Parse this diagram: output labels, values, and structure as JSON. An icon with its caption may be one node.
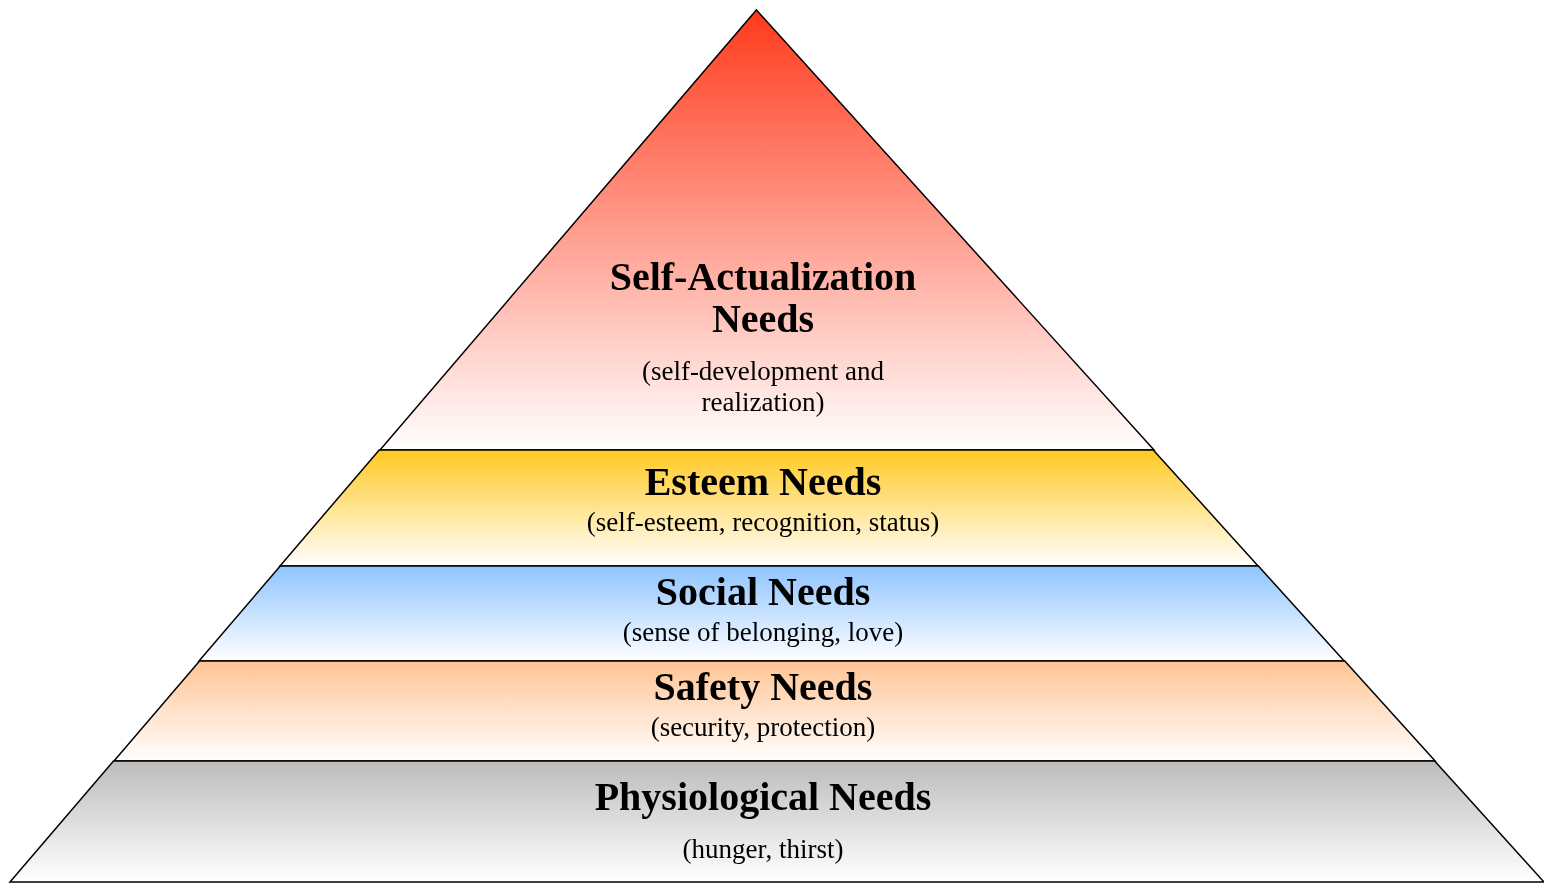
{
  "diagram": {
    "nodes": [
      {
        "text": [
          "Self-Actualization Needs",
          "(self-development and realization)"
        ]
      },
      {
        "text": [
          "Esteem Needs",
          "(self-esteem, recognition, status)"
        ]
      },
      {
        "text": [
          "Social Needs",
          "(sense of belonging, love)"
        ]
      },
      {
        "text": [
          "Safety Needs",
          "(security, protection)"
        ]
      },
      {
        "text": [
          "Physiological Needs",
          "(hunger, thirst)"
        ]
      }
    ]
  }
}
